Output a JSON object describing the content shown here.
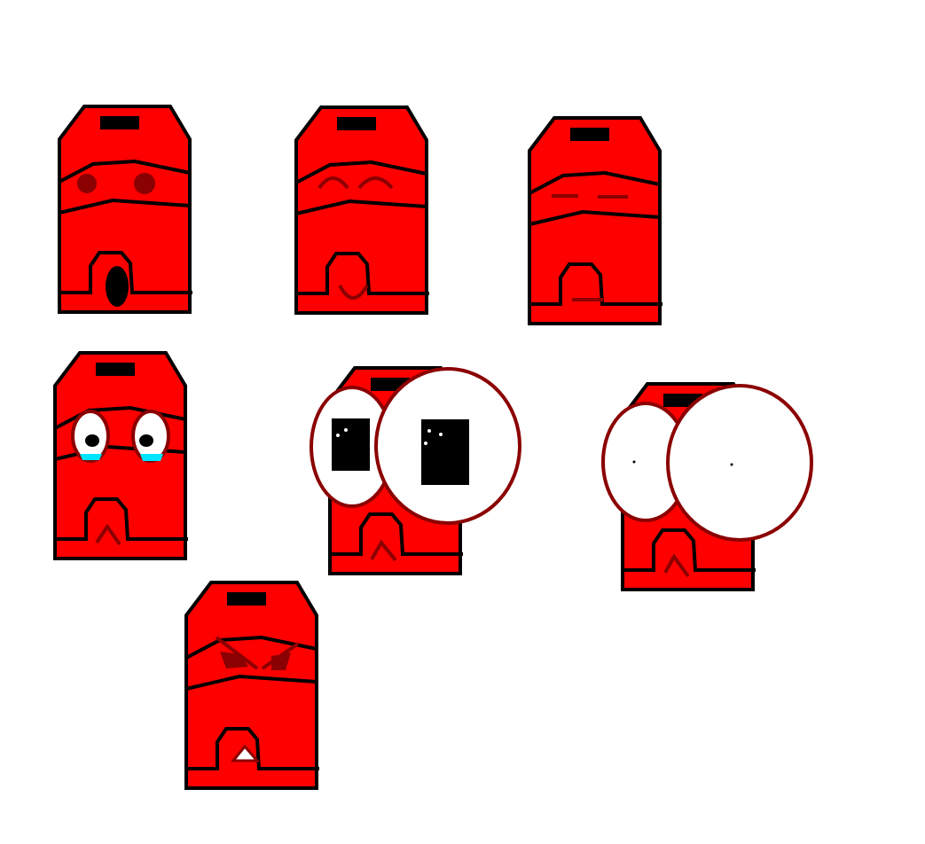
{
  "canvas": {
    "background": "#ffffff"
  },
  "colors": {
    "body": "#ff0000",
    "outline": "#000000",
    "feature": "#8b0000",
    "eye_white": "#ffffff",
    "tear": "#00e5ff"
  },
  "characters": [
    {
      "expression": "surprised"
    },
    {
      "expression": "happy"
    },
    {
      "expression": "sleepy"
    },
    {
      "expression": "crying"
    },
    {
      "expression": "big-eyes"
    },
    {
      "expression": "big-eyes-blank"
    },
    {
      "expression": "angry"
    }
  ]
}
